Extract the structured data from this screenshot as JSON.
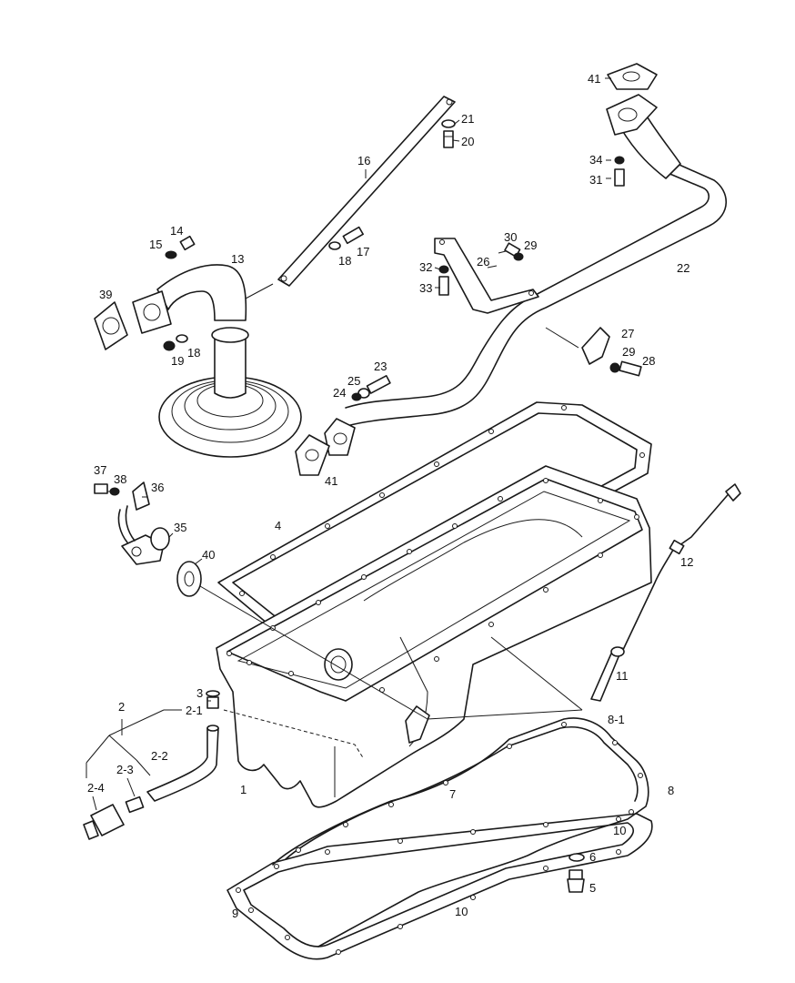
{
  "callouts": [
    {
      "id": "c41a",
      "text": "41"
    },
    {
      "id": "c21",
      "text": "21"
    },
    {
      "id": "c20",
      "text": "20"
    },
    {
      "id": "c16",
      "text": "16"
    },
    {
      "id": "c34",
      "text": "34"
    },
    {
      "id": "c31",
      "text": "31"
    },
    {
      "id": "c14",
      "text": "14"
    },
    {
      "id": "c15",
      "text": "15"
    },
    {
      "id": "c13",
      "text": "13"
    },
    {
      "id": "c17",
      "text": "17"
    },
    {
      "id": "c18a",
      "text": "18"
    },
    {
      "id": "c30",
      "text": "30"
    },
    {
      "id": "c29a",
      "text": "29"
    },
    {
      "id": "c26",
      "text": "26"
    },
    {
      "id": "c22",
      "text": "22"
    },
    {
      "id": "c32",
      "text": "32"
    },
    {
      "id": "c33",
      "text": "33"
    },
    {
      "id": "c39",
      "text": "39"
    },
    {
      "id": "c18b",
      "text": "18"
    },
    {
      "id": "c19",
      "text": "19"
    },
    {
      "id": "c27",
      "text": "27"
    },
    {
      "id": "c29b",
      "text": "29"
    },
    {
      "id": "c28",
      "text": "28"
    },
    {
      "id": "c23",
      "text": "23"
    },
    {
      "id": "c25",
      "text": "25"
    },
    {
      "id": "c24",
      "text": "24"
    },
    {
      "id": "c41b",
      "text": "41"
    },
    {
      "id": "c37",
      "text": "37"
    },
    {
      "id": "c38",
      "text": "38"
    },
    {
      "id": "c36",
      "text": "36"
    },
    {
      "id": "c35",
      "text": "35"
    },
    {
      "id": "c4",
      "text": "4"
    },
    {
      "id": "c40",
      "text": "40"
    },
    {
      "id": "c12",
      "text": "12"
    },
    {
      "id": "c11",
      "text": "11"
    },
    {
      "id": "c3",
      "text": "3"
    },
    {
      "id": "c2",
      "text": "2"
    },
    {
      "id": "c2_1",
      "text": "2-1"
    },
    {
      "id": "c2_2",
      "text": "2-2"
    },
    {
      "id": "c2_3",
      "text": "2-3"
    },
    {
      "id": "c2_4",
      "text": "2-4"
    },
    {
      "id": "c1",
      "text": "1"
    },
    {
      "id": "c8_1",
      "text": "8-1"
    },
    {
      "id": "c7",
      "text": "7"
    },
    {
      "id": "c8",
      "text": "8"
    },
    {
      "id": "c10a",
      "text": "10"
    },
    {
      "id": "c6",
      "text": "6"
    },
    {
      "id": "c5",
      "text": "5"
    },
    {
      "id": "c9",
      "text": "9"
    },
    {
      "id": "c10b",
      "text": "10"
    }
  ]
}
